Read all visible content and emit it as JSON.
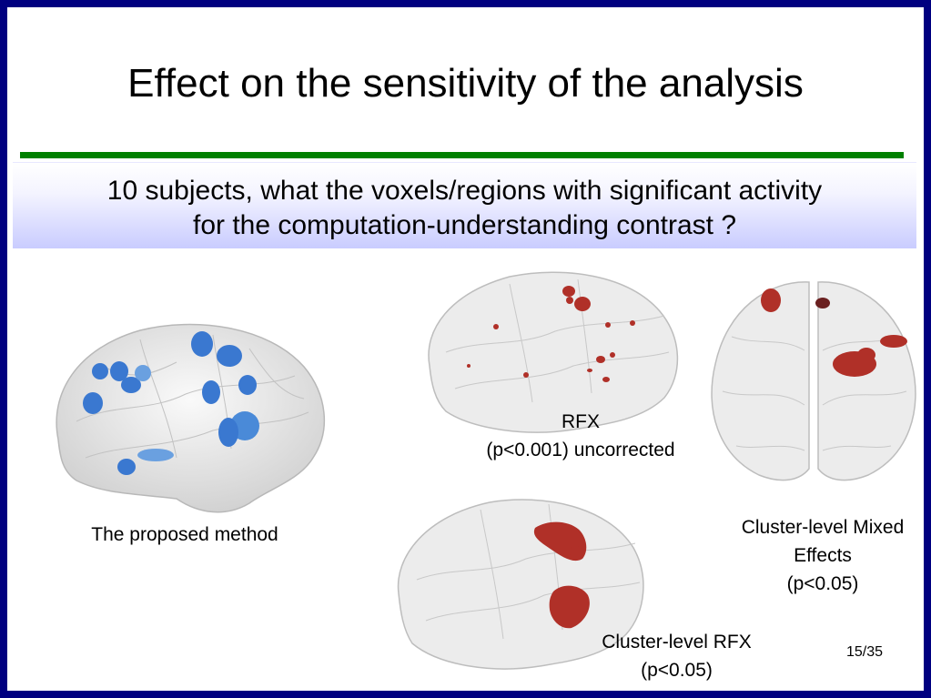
{
  "slide": {
    "title": "Effect on the sensitivity of the analysis",
    "subtitle_line1": "10 subjects, what the voxels/regions with significant activity",
    "subtitle_line2": "for the computation-understanding contrast ?",
    "page_number": "15/35"
  },
  "figures": {
    "proposed": {
      "caption": "The proposed method",
      "blob_color": "#3a78d0"
    },
    "rfx": {
      "caption_line1": "RFX",
      "caption_line2": "(p<0.001) uncorrected",
      "blob_color": "#b03028"
    },
    "cluster_rfx": {
      "caption_line1": "Cluster-level RFX",
      "caption_line2": "(p<0.05)",
      "blob_color": "#b03028"
    },
    "mixed": {
      "caption_line1": "Cluster-level Mixed",
      "caption_line2": "Effects",
      "caption_line3": "(p<0.05)",
      "blob_color": "#b03028"
    }
  },
  "colors": {
    "border": "#000080",
    "rule": "#008000",
    "banner": "#c9ccff"
  }
}
